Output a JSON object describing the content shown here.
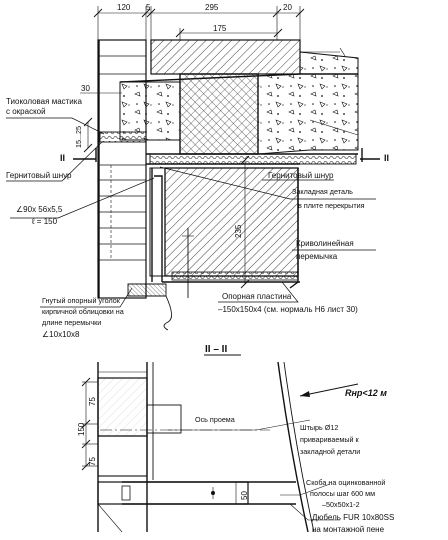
{
  "top_section": {
    "dims_top": [
      "120",
      "5",
      "295",
      "20"
    ],
    "dim_175": "175",
    "dim_30": "30",
    "dim_15_25": "15...25",
    "dim_235": "235",
    "section_mark": "II",
    "labels": {
      "mastic_line1": "Тиоколовая мастика",
      "mastic_line2": "с окраской",
      "gernit_left": "Гернитовый шнур",
      "gernit_right": "Гернитовый шнур",
      "angle_spec": "∠90x 56x5,5",
      "angle_len": "ℓ = 150",
      "embedded_line1": "Закладная деталь",
      "embedded_line2": "в плите перекрытия",
      "lintel_line1": "Криволинейная",
      "lintel_line2": "перемычка",
      "bent_line1": "Гнутый опорный уголок",
      "bent_line2": "кирпичной облицовки на",
      "bent_line3": "длине перемычки",
      "bent_line4": "∠10x10x8",
      "plate_line1": "Опорная пластина",
      "plate_line2": "–150x150x4 (см. нормаль Н6 лист 30)"
    }
  },
  "bottom_section": {
    "title": "II – II",
    "radius": "Rнр<12 м",
    "dims_left": [
      "75",
      "150",
      "75"
    ],
    "dim_50": "50",
    "labels": {
      "axis": "Ось проема",
      "pin_line1": "Штырь Ø12",
      "pin_line2": "привариваемый к",
      "pin_line3": "закладной детали",
      "bracket_line1": "Скоба на оцинкованной",
      "bracket_line2": "полосы шаг 600 мм",
      "bracket_line3": "–50x50x1-2",
      "dowel_line1": "Дюбель FUR 10x80SS",
      "dowel_line2": "на монтажной пене"
    }
  }
}
